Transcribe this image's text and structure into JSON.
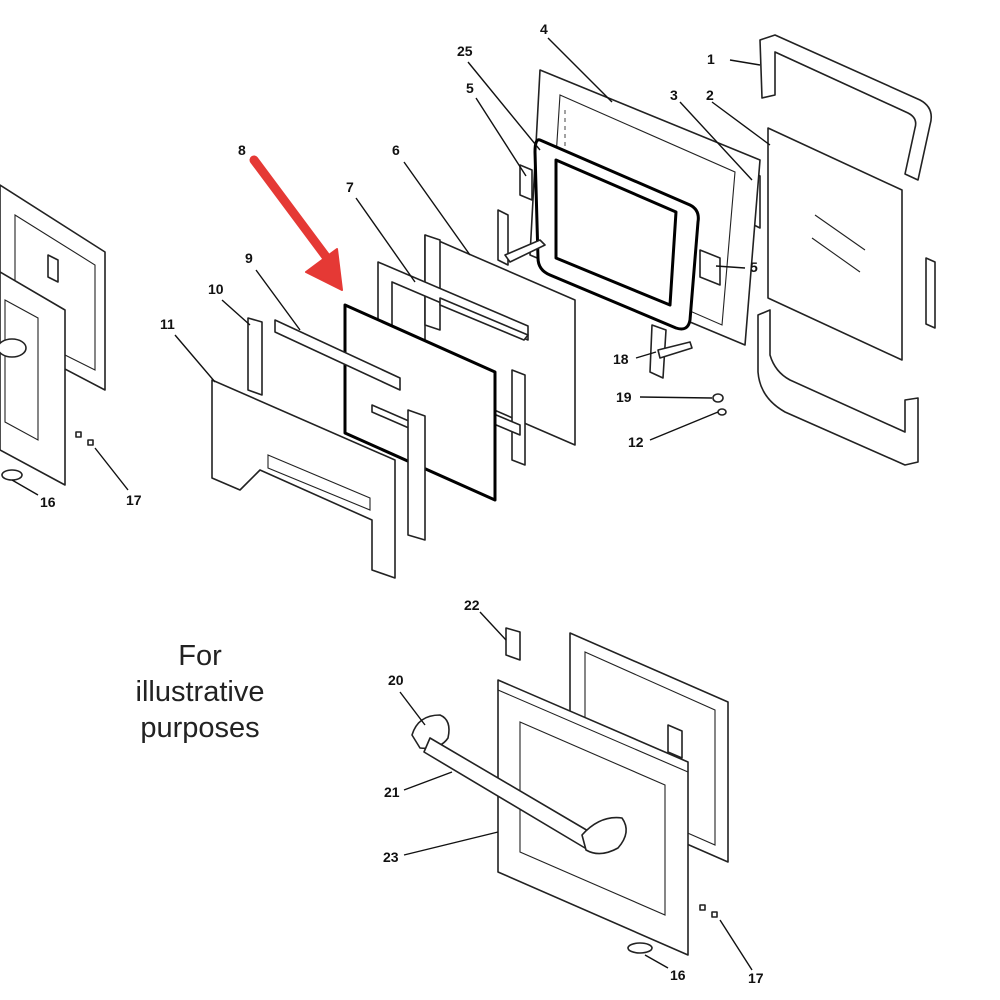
{
  "note": {
    "line1": "For",
    "line2": "illustrative",
    "line3": "purposes"
  },
  "colors": {
    "highlight_arrow": "#e53935",
    "line": "#222222",
    "background": "#ffffff"
  },
  "callouts": {
    "c1": "1",
    "c2": "2",
    "c3": "3",
    "c4": "4",
    "c5a": "5",
    "c5b": "5",
    "c6": "6",
    "c7": "7",
    "c8": "8",
    "c9": "9",
    "c10": "10",
    "c11": "11",
    "c12": "12",
    "c16a": "16",
    "c16b": "16",
    "c17a": "17",
    "c17b": "17",
    "c18": "18",
    "c19": "19",
    "c20": "20",
    "c21": "21",
    "c22": "22",
    "c23": "23",
    "c25": "25"
  },
  "highlighted_part": "8"
}
